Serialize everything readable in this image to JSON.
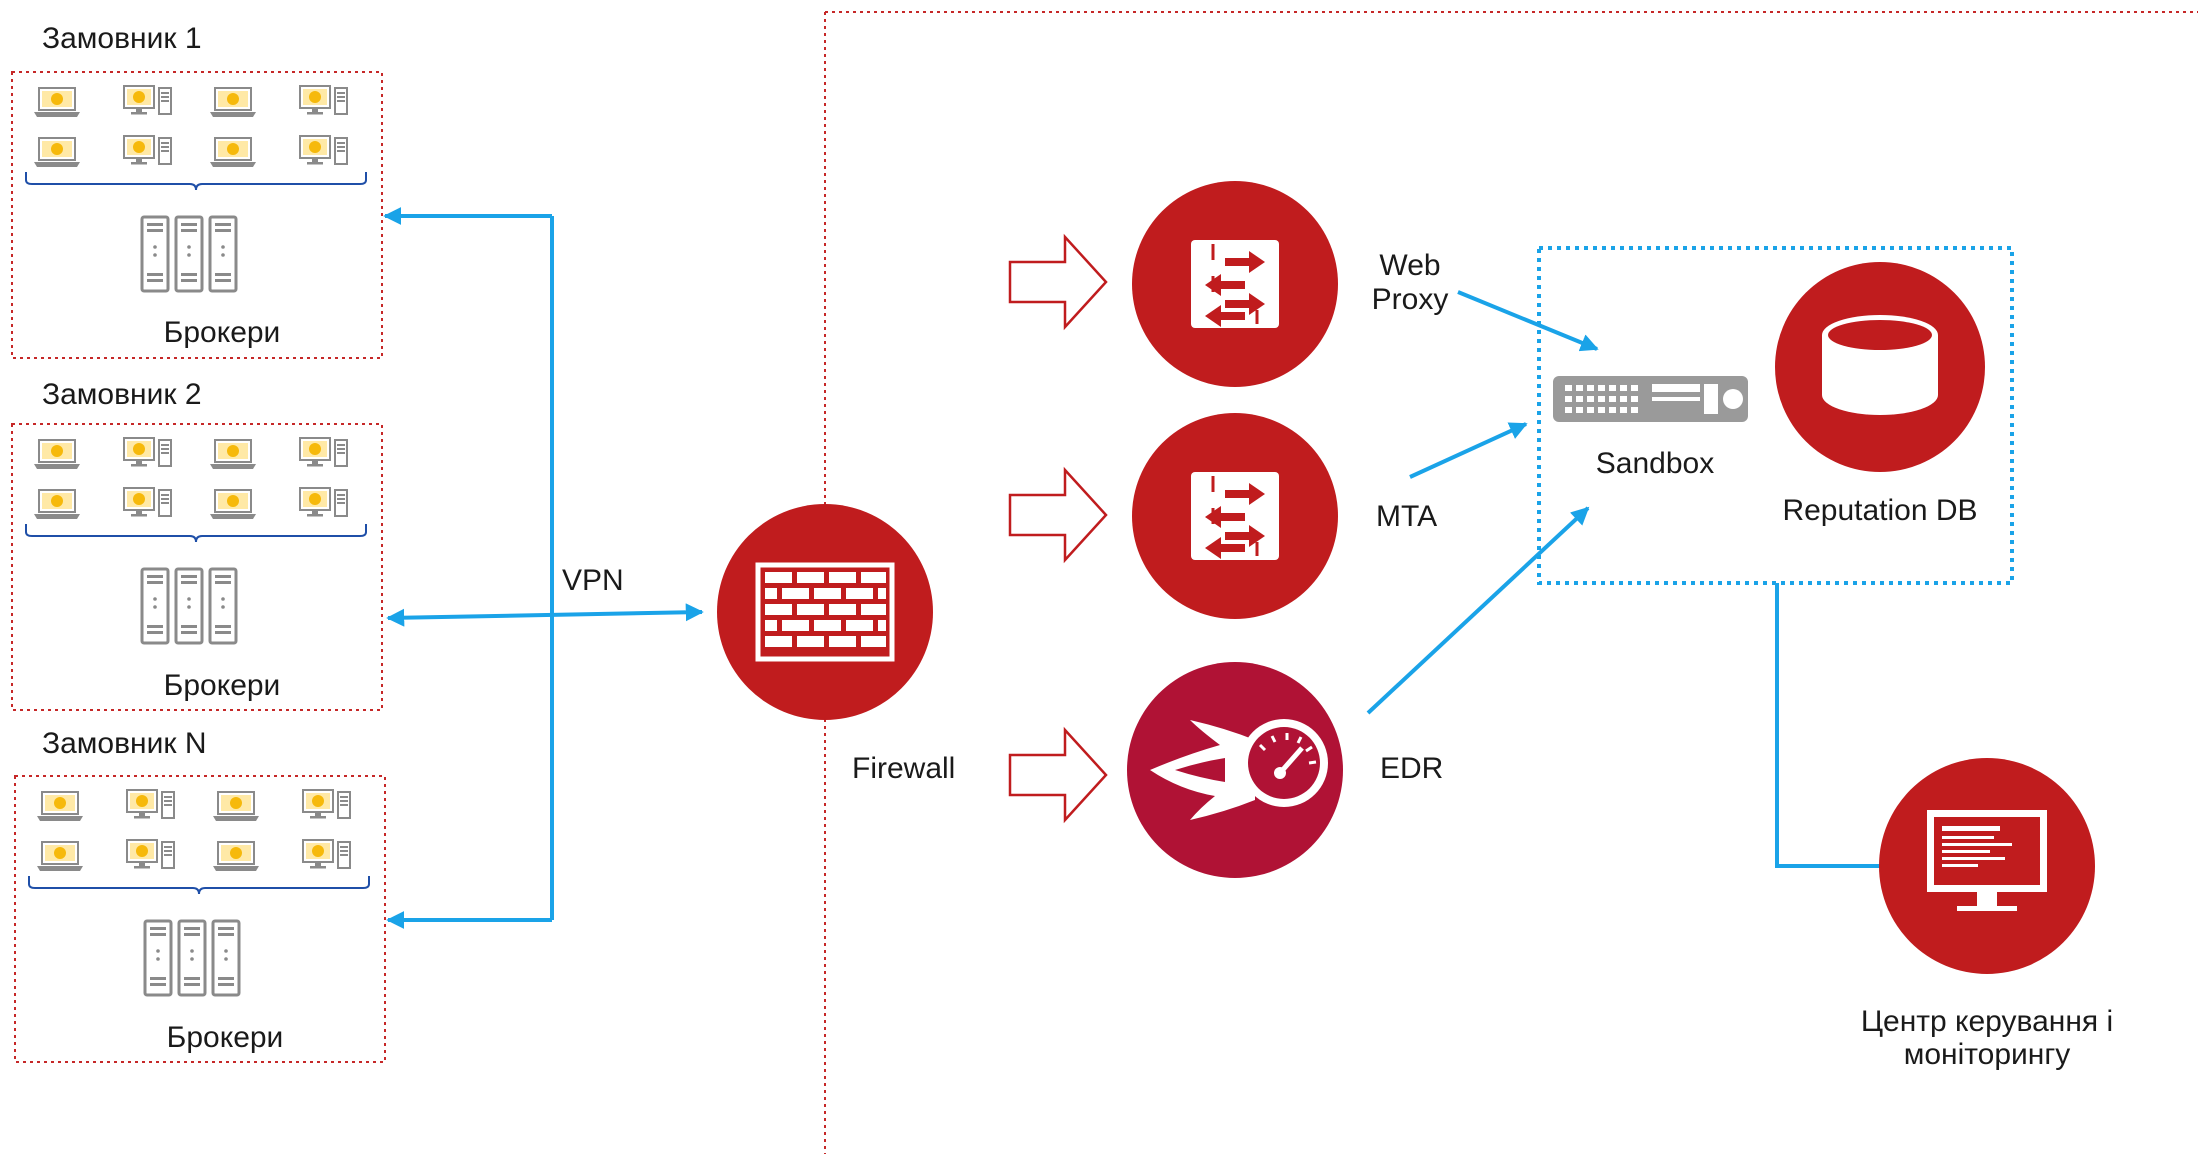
{
  "customers": [
    {
      "title": "Замовник 1",
      "brokers_label": "Брокери"
    },
    {
      "title": "Замовник 2",
      "brokers_label": "Брокери"
    },
    {
      "title": "Замовник N",
      "brokers_label": "Брокери"
    }
  ],
  "links": {
    "vpn": "VPN"
  },
  "nodes": {
    "firewall": {
      "label": "Firewall",
      "icon": "brick-wall-icon"
    },
    "web_proxy": {
      "label_line1": "Web",
      "label_line2": "Proxy",
      "icon": "switch-arrows-icon"
    },
    "mta": {
      "label": "MTA",
      "icon": "switch-arrows-icon"
    },
    "edr": {
      "label": "EDR",
      "icon": "fireball-gauge-icon"
    },
    "sandbox": {
      "label": "Sandbox",
      "icon": "rack-appliance-icon"
    },
    "reputation_db": {
      "label": "Reputation DB",
      "icon": "database-cylinder-icon"
    },
    "monitoring_center": {
      "label_line1": "Центр керування і",
      "label_line2": "моніторингу",
      "icon": "monitor-icon"
    }
  },
  "colors": {
    "brand_red": "#c01c1e",
    "edr_red": "#b01235",
    "link_blue": "#1aa3e8",
    "dotted_red": "#c62828",
    "monitor_yellow": "#f6b90b"
  }
}
